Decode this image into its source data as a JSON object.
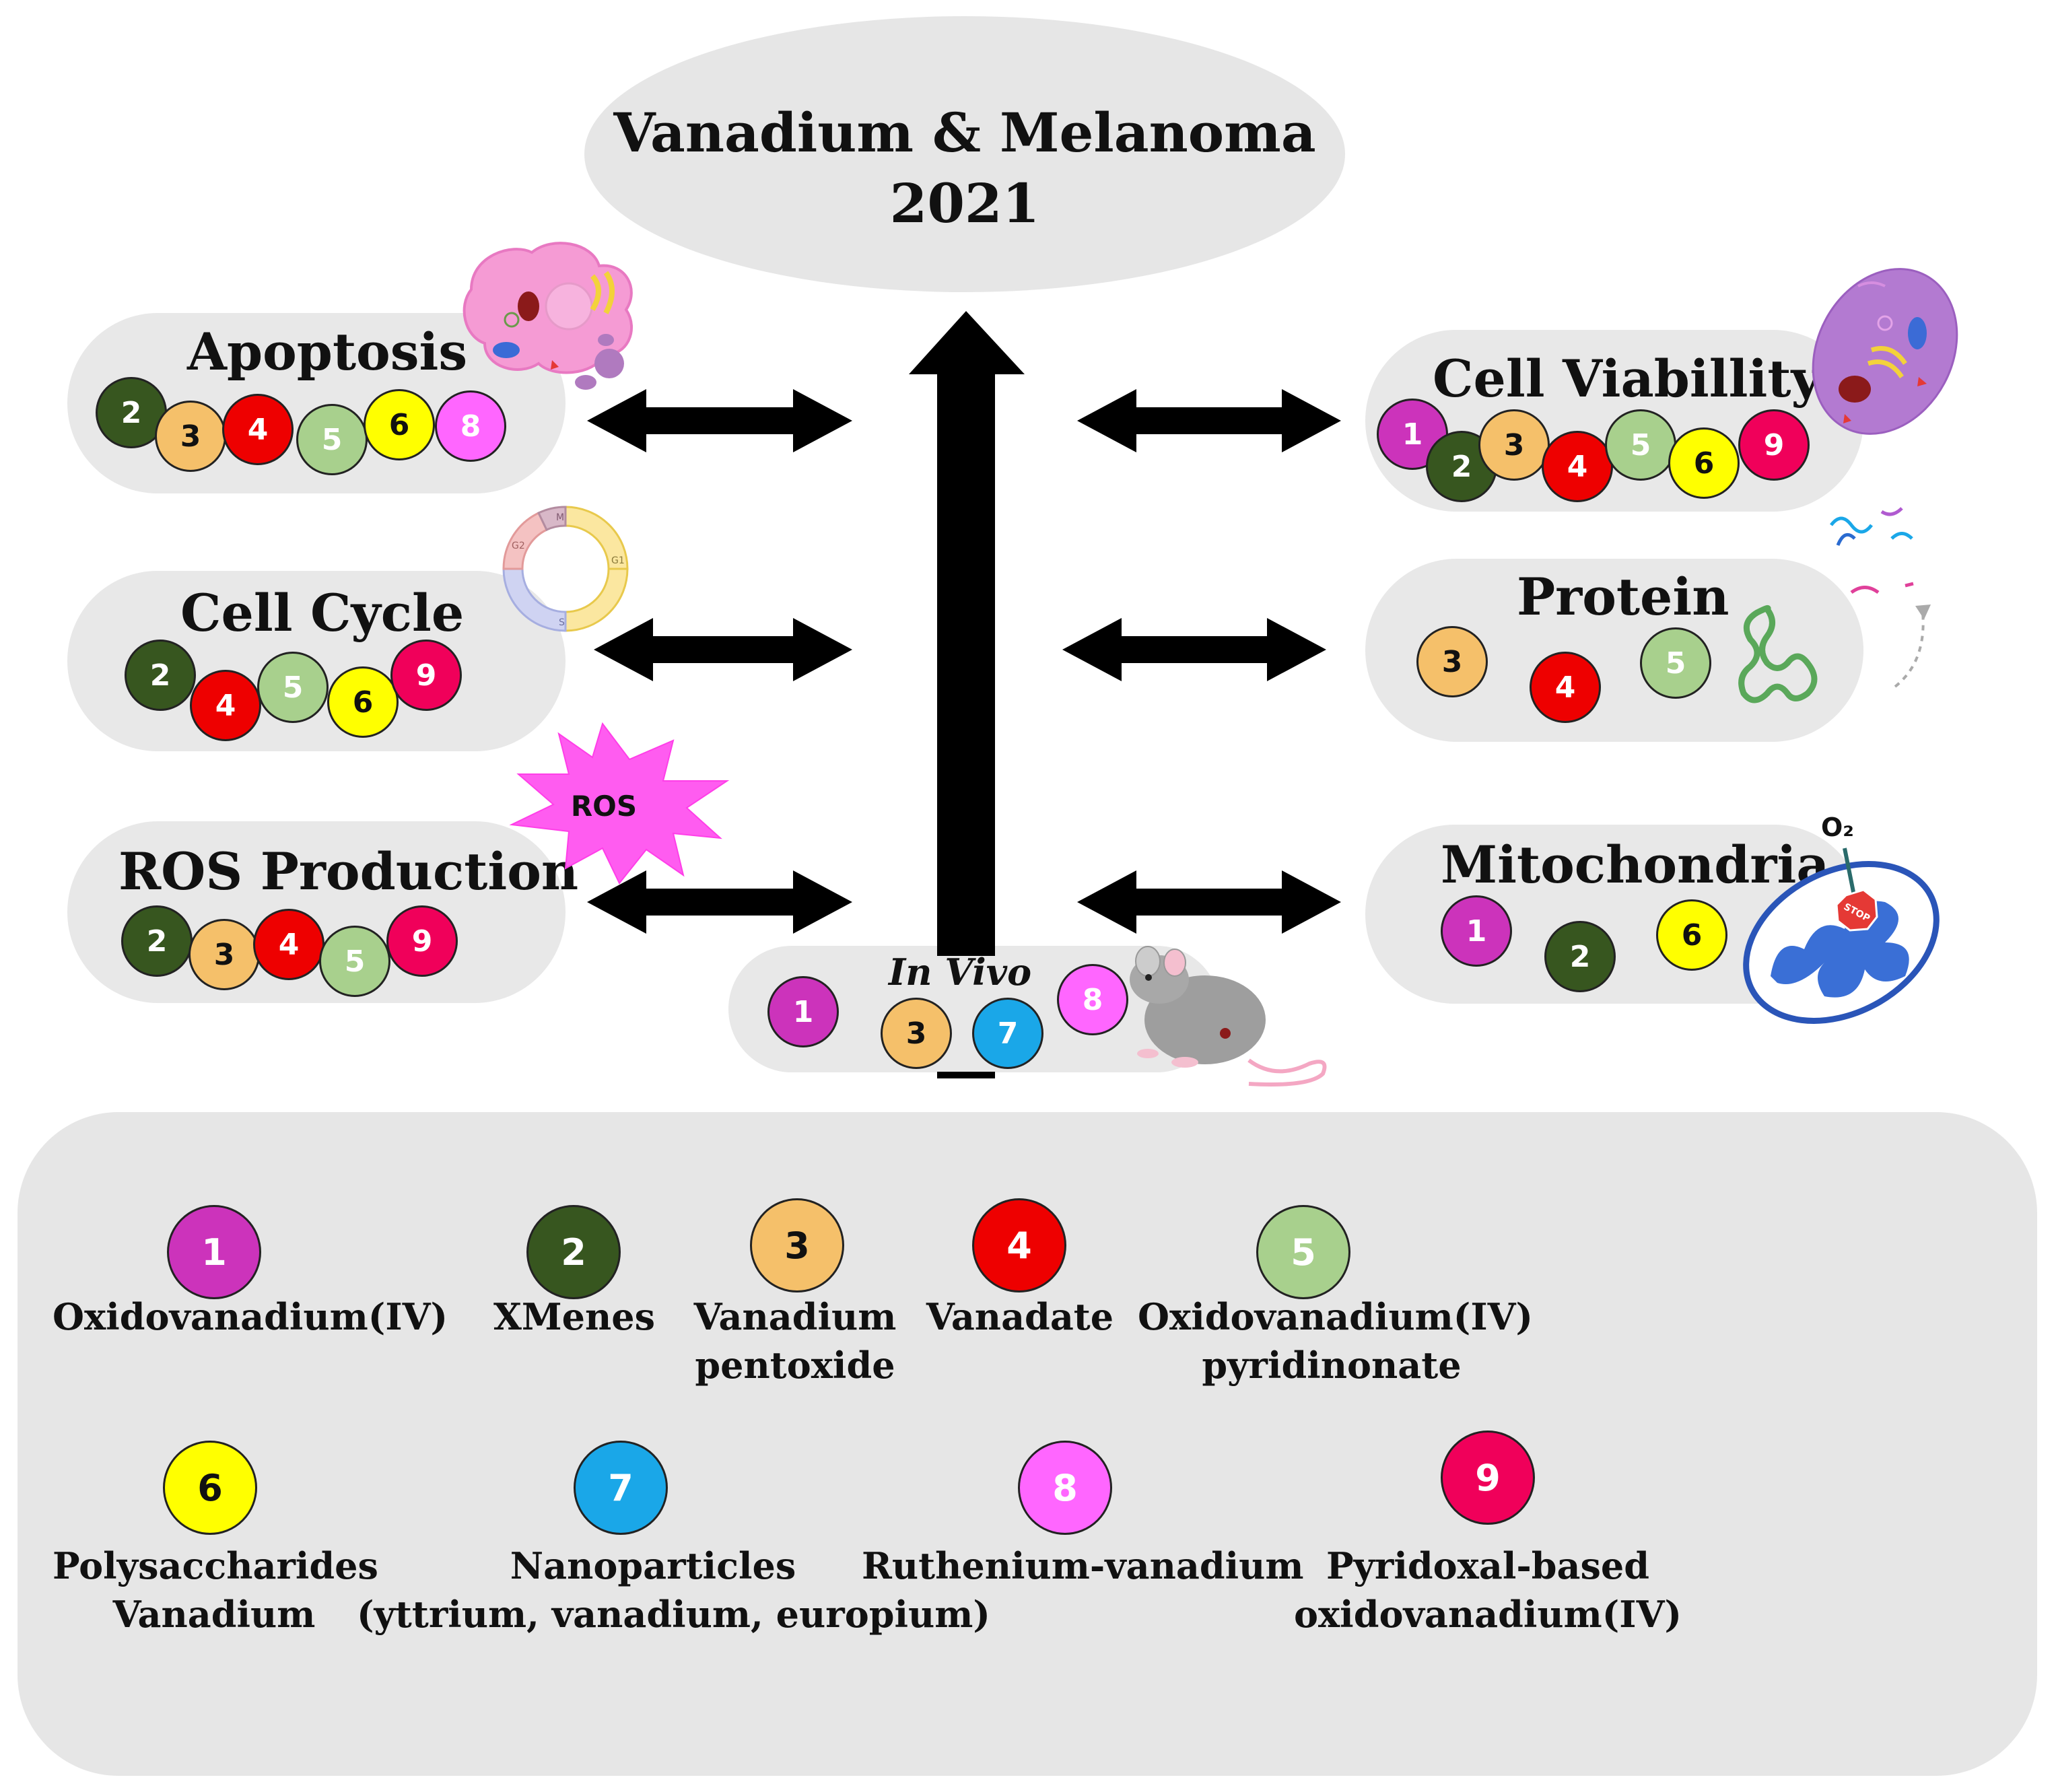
{
  "title": {
    "line1": "Vanadium & Melanoma",
    "line2": "2021"
  },
  "topics": {
    "apoptosis": {
      "label": "Apoptosis",
      "compounds": [
        "2",
        "3",
        "4",
        "5",
        "6",
        "8"
      ]
    },
    "cell_cycle": {
      "label": "Cell Cycle",
      "compounds": [
        "2",
        "4",
        "5",
        "6",
        "9"
      ]
    },
    "ros": {
      "label": "ROS Production",
      "compounds": [
        "2",
        "3",
        "4",
        "5",
        "9"
      ],
      "badge": "ROS"
    },
    "cell_viability": {
      "label": "Cell Viabillity",
      "compounds": [
        "1",
        "2",
        "3",
        "4",
        "5",
        "6",
        "9"
      ]
    },
    "protein": {
      "label": "Protein",
      "compounds": [
        "3",
        "4",
        "5"
      ]
    },
    "mitochondria": {
      "label": "Mitochondria",
      "compounds": [
        "1",
        "2",
        "6"
      ],
      "o2_label": "O₂",
      "stop_label": "STOP"
    },
    "in_vivo": {
      "label": "In Vivo",
      "compounds": [
        "1",
        "3",
        "7",
        "8"
      ]
    }
  },
  "cell_cycle_phases": [
    "M",
    "G1",
    "S",
    "G2"
  ],
  "compound_colors": {
    "1": "#cc33bb",
    "2": "#37561f",
    "3": "#f5c06a",
    "4": "#ee0000",
    "5": "#a8d08d",
    "6": "#ffff00",
    "7": "#1aa7e8",
    "8": "#ff66ff",
    "9": "#f0005a"
  },
  "legend": [
    {
      "num": "1",
      "lines": [
        "Oxidovanadium(IV)"
      ]
    },
    {
      "num": "2",
      "lines": [
        "XMenes"
      ]
    },
    {
      "num": "3",
      "lines": [
        "Vanadium",
        "pentoxide"
      ]
    },
    {
      "num": "4",
      "lines": [
        "Vanadate"
      ]
    },
    {
      "num": "5",
      "lines": [
        "Oxidovanadium(IV)",
        "pyridinonate"
      ]
    },
    {
      "num": "6",
      "lines": [
        "Polysaccharides",
        "Vanadium"
      ]
    },
    {
      "num": "7",
      "lines": [
        "Nanoparticles",
        "(yttrium, vanadium, europium)"
      ]
    },
    {
      "num": "8",
      "lines": [
        "Ruthenium-vanadium"
      ]
    },
    {
      "num": "9",
      "lines": [
        "Pyridoxal-based",
        "oxidovanadium(IV)"
      ]
    }
  ]
}
